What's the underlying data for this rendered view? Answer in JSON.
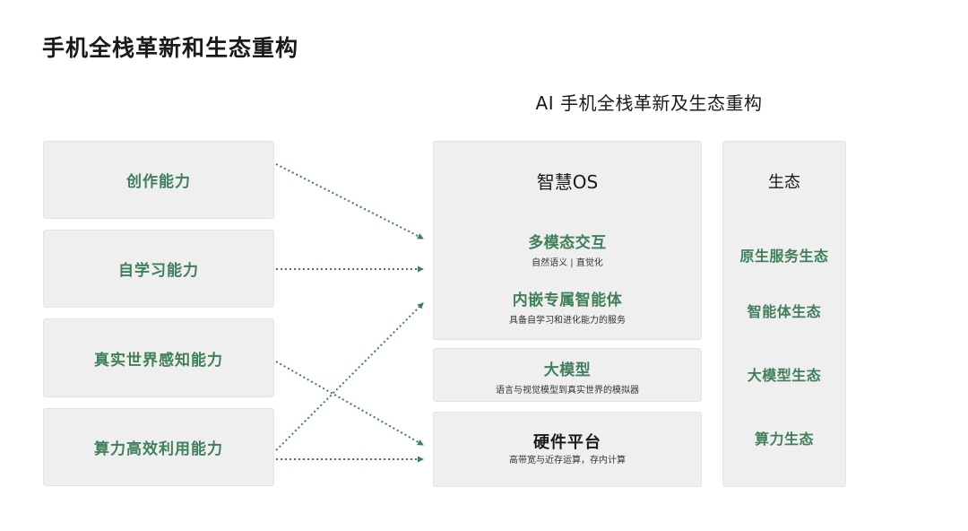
{
  "page_title": "手机全栈革新和生态重构",
  "diagram_title": "AI 手机全栈革新及生态重构",
  "capabilities": [
    {
      "label": "创作能力"
    },
    {
      "label": "自学习能力"
    },
    {
      "label": "真实世界感知能力"
    },
    {
      "label": "算力高效利用能力"
    }
  ],
  "stack": {
    "os": {
      "title": "智慧OS",
      "items": [
        {
          "title": "多模态交互",
          "subtitle": "自然语义 | 直觉化"
        },
        {
          "title": "内嵌专属智能体",
          "subtitle": "具备自学习和进化能力的服务"
        }
      ]
    },
    "llm": {
      "title": "大模型",
      "subtitle": "语言与视觉模型到真实世界的模拟器"
    },
    "hardware": {
      "title": "硬件平台",
      "subtitle": "高带宽与近存运算，存内计算"
    }
  },
  "ecosystem": {
    "title": "生态",
    "items": [
      {
        "label": "原生服务生态"
      },
      {
        "label": "智能体生态"
      },
      {
        "label": "大模型生态"
      },
      {
        "label": "算力生态"
      }
    ]
  },
  "colors": {
    "accent_green": "#3f7f5a",
    "box_fill": "#efefef",
    "arrow": "#3f7f5a"
  }
}
